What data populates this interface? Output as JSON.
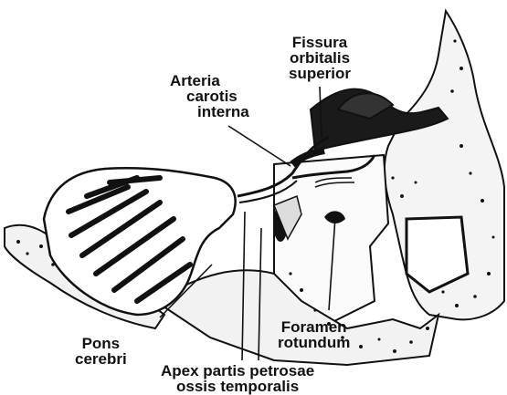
{
  "labels": {
    "fissura": [
      "Fissura",
      "orbitalis",
      "superior"
    ],
    "arteria": [
      "Arteria",
      "carotis",
      "interna"
    ],
    "foramen": [
      "Foramen",
      "rotundum"
    ],
    "pons": [
      "Pons",
      "cerebri"
    ],
    "apex": [
      "Apex partis petrosae",
      "ossis temporalis"
    ]
  }
}
